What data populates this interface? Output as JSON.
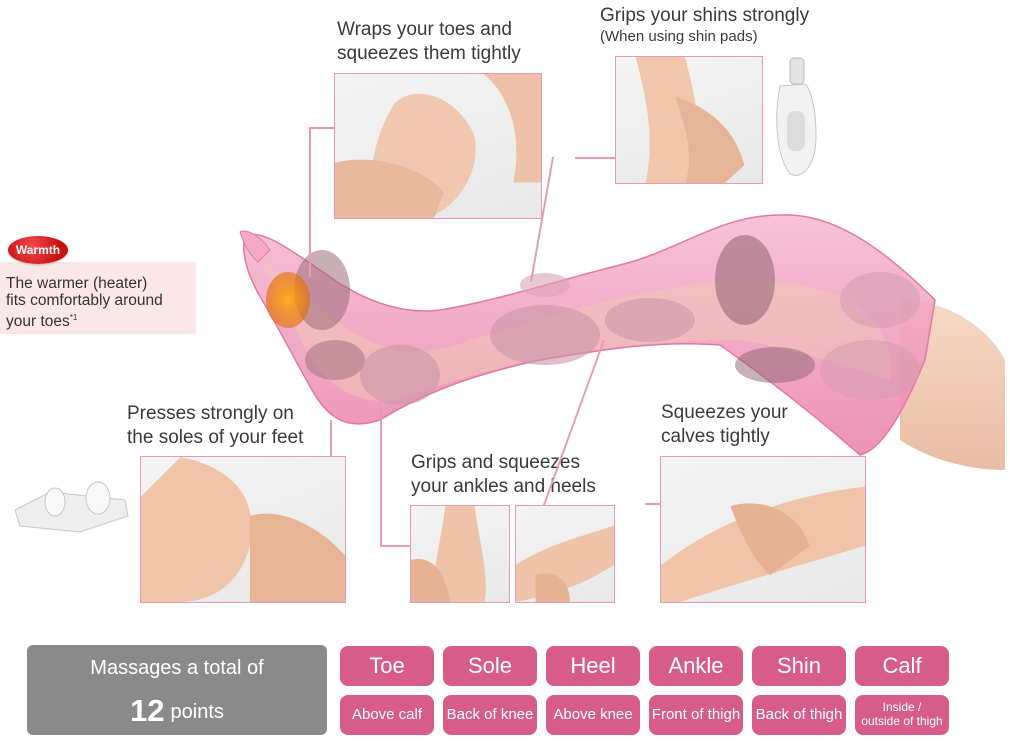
{
  "warmth": {
    "badge": "Warmth",
    "line1": "The warmer (heater)",
    "line2": "fits comfortably around",
    "line3": "your toes",
    "footnote": "*1"
  },
  "captions": {
    "toes": {
      "line1": "Wraps your toes and",
      "line2": "squeezes them tightly"
    },
    "shins": {
      "line1": "Grips your shins strongly",
      "sub": "(When using shin pads)"
    },
    "soles": {
      "line1": "Presses strongly on",
      "line2": "the soles of your feet"
    },
    "ankles": {
      "line1": "Grips and squeezes",
      "line2": "your ankles and heels"
    },
    "calves": {
      "line1": "Squeezes your",
      "line2": "calves tightly"
    }
  },
  "summary": {
    "prefix": "Massages a total of",
    "count": "12",
    "suffix": "points"
  },
  "points_row1": [
    "Toe",
    "Sole",
    "Heel",
    "Ankle",
    "Shin",
    "Calf"
  ],
  "points_row2": [
    "Above calf",
    "Back of knee",
    "Above knee",
    "Front of thigh",
    "Back of thigh"
  ],
  "points_row2_last": {
    "line1": "Inside /",
    "line2": "outside of thigh"
  },
  "colors": {
    "accent_pink": "#d75c8a",
    "leader_pink": "#e79ab6",
    "warmth_red": "#c80f12",
    "summary_gray": "#8a8a8a"
  }
}
